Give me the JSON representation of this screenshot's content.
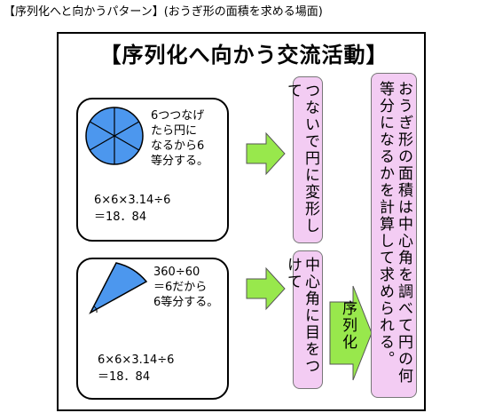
{
  "caption": "【序列化へと向かうパターン】(おうぎ形の面積を求める場面)",
  "title": "【序列化へ向かう交流活動】",
  "card1": {
    "text_lines": [
      "6つつなげ",
      "たら円に",
      "なるから6",
      "等分する。"
    ],
    "formula_lines": [
      "6×6×3.14÷6",
      "＝18．84"
    ]
  },
  "card2": {
    "text_lines": [
      "360÷60",
      "＝6だから",
      "6等分する。"
    ],
    "formula_lines": [
      "6×6×3.14÷6",
      "＝18．84"
    ]
  },
  "box_top": "つないで円に変形して",
  "box_bottom": "中心角に目をつけて",
  "seq_label": "序列化",
  "conclusion": "おうぎ形の面積は中心角を調べて円の何等分になるかを計算して求められる。",
  "colors": {
    "shape_fill": "#4c97ee",
    "box_fill": "#f3ccf3",
    "arrow_fill": "#98e84c"
  },
  "icons": [
    "circle-divided-icon",
    "sector-icon",
    "right-arrow-icon"
  ]
}
